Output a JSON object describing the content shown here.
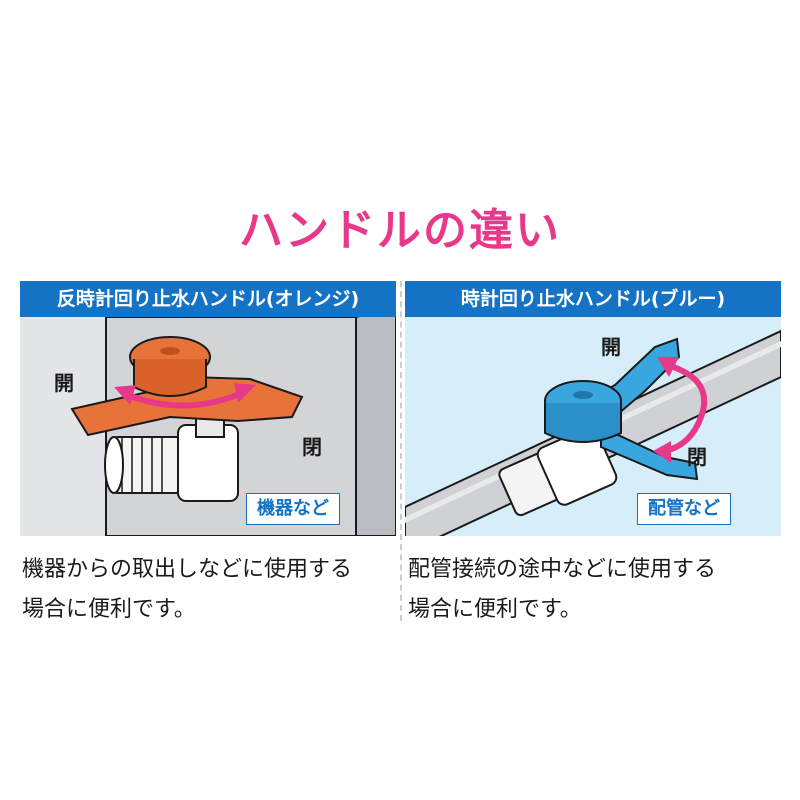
{
  "title": "ハンドルの違い",
  "left_panel": {
    "header": "反時計回り止水ハンドル(オレンジ)",
    "open_label": "開",
    "close_label": "閉",
    "badge": "機器など",
    "description_lines": [
      "機器からの取出しなどに使用する",
      "場合に便利です。"
    ],
    "handle_color": "#e8733a"
  },
  "right_panel": {
    "header": "時計回り止水ハンドル(ブルー)",
    "open_label": "開",
    "close_label": "閉",
    "badge": "配管など",
    "description_lines": [
      "配管接続の途中などに使用する",
      "場合に便利です。"
    ],
    "handle_color": "#3aa6e0"
  },
  "colors": {
    "title": "#e8388a",
    "header_bg": "#1473c5",
    "arrow": "#e8388a"
  }
}
